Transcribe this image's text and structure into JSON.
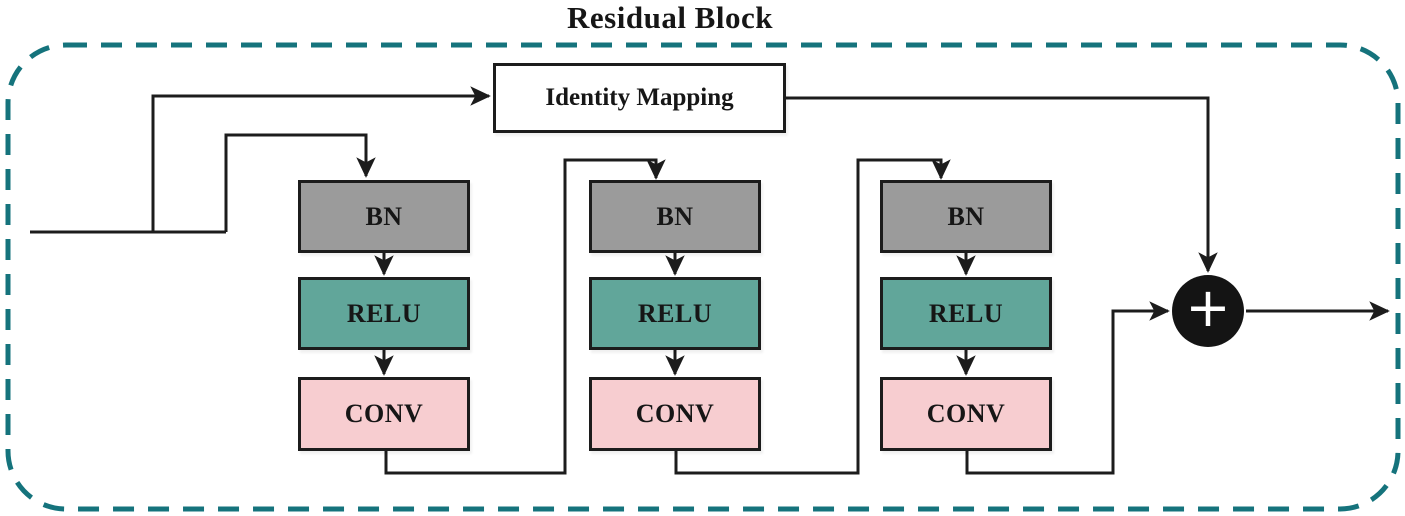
{
  "title": "Residual Block",
  "identity_box": {
    "label": "Identity Mapping"
  },
  "columns": [
    {
      "layers": [
        {
          "name": "bn",
          "label": "BN"
        },
        {
          "name": "relu",
          "label": "RELU"
        },
        {
          "name": "conv",
          "label": "CONV"
        }
      ]
    },
    {
      "layers": [
        {
          "name": "bn",
          "label": "BN"
        },
        {
          "name": "relu",
          "label": "RELU"
        },
        {
          "name": "conv",
          "label": "CONV"
        }
      ]
    },
    {
      "layers": [
        {
          "name": "bn",
          "label": "BN"
        },
        {
          "name": "relu",
          "label": "RELU"
        },
        {
          "name": "conv",
          "label": "CONV"
        }
      ]
    }
  ],
  "sum_node": {
    "label": "+"
  },
  "colors": {
    "bn_fill": "#9b9b9b",
    "relu_fill": "#61a69a",
    "conv_fill": "#f7cdd0",
    "dashed_border": "#15737c",
    "line": "#1c1c1c",
    "sum_fill": "#141414",
    "identity_fill": "#ffffff"
  }
}
